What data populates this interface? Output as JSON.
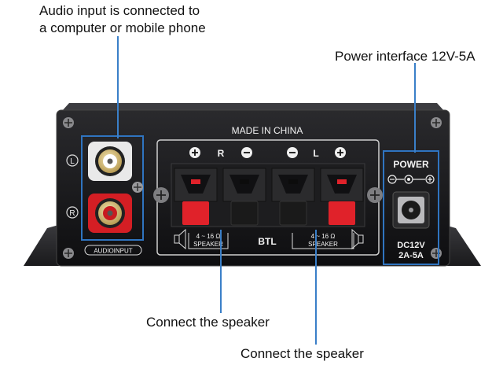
{
  "callouts": {
    "audio_line1": "Audio input is connected to",
    "audio_line2": "a computer or mobile phone",
    "power": "Power interface 12V-5A",
    "speaker_1": "Connect the speaker",
    "speaker_2": "Connect the speaker"
  },
  "panel": {
    "made_in": "MADE IN CHINA",
    "channel_left": "L",
    "channel_right": "R",
    "audio_input": "AUDIOINPUT",
    "terminal_plus": "+",
    "terminal_minus": "−",
    "terminal_r": "R",
    "terminal_l": "L",
    "impedance_left": "4 ~ 16 Ω",
    "speaker_left": "SPEAKER",
    "btl": "BTL",
    "impedance_right": "4 ~ 16 Ω",
    "speaker_right": "SPEAKER",
    "power_label": "POWER",
    "dc_voltage": "DC12V",
    "dc_current": "2A-5A"
  },
  "colors": {
    "callout_line": "#3a7fc8",
    "highlight_box": "#2f74c0",
    "panel": "#151517",
    "terminal_red": "#e0222a"
  }
}
